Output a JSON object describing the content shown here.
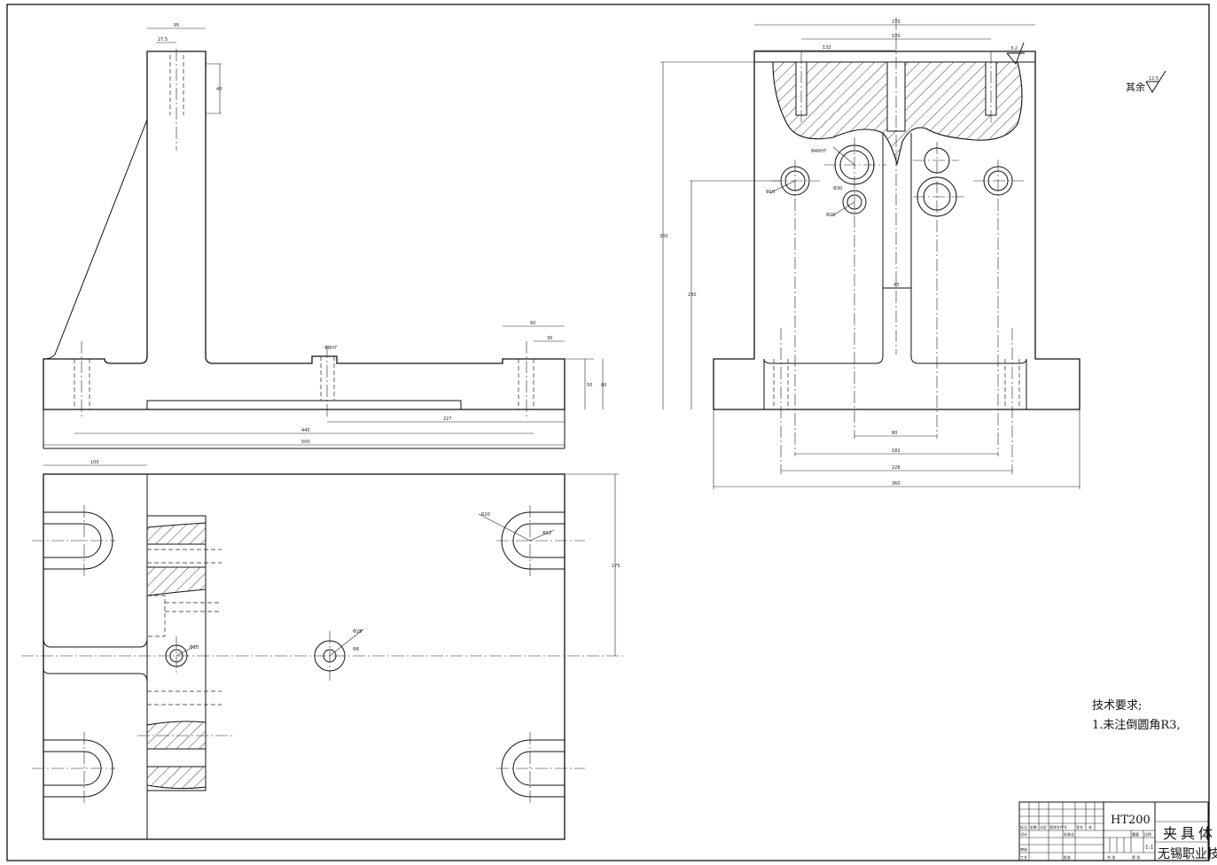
{
  "surface_finish": {
    "rest_label": "其余",
    "rest_value": "12.5",
    "local_value": "3.2"
  },
  "technical_requirements": {
    "heading": "技术要求;",
    "items": [
      "1.未注倒圆角R3,"
    ]
  },
  "title_block": {
    "material": "HT200",
    "part_name": "夹具体",
    "organization": "无锡职业技",
    "cells": {
      "row1": [
        "标记",
        "处数",
        "分区",
        "更改文件号",
        "签名",
        "年"
      ],
      "row2": [
        "设计",
        "",
        "标准化"
      ],
      "row3": [
        "审核"
      ],
      "row4": [
        "工艺",
        "",
        "批准"
      ],
      "stage_labels": [
        "重量",
        "比例"
      ],
      "sheet_labels": [
        "共 张",
        "第 张"
      ],
      "scale": "1:1"
    }
  },
  "dimensions": {
    "front_top_width": "95",
    "front_hole_spacing": "27.5",
    "front_hole_depth": "40",
    "front_step_width": "60",
    "front_step_depth": "30",
    "front_small_hole": "Φ8H7",
    "front_base_h1": "50",
    "front_base_h2": "60",
    "front_len_mid": "227",
    "front_len_holes": "440",
    "front_len_total": "500",
    "plan_left_width": "100",
    "plan_half_height": "175",
    "plan_r_slot": "R20",
    "plan_r_slot2": "Φ12",
    "plan_hole_a": "Φ10",
    "plan_hole_b": "Φ28",
    "plan_hole_c": "Φ8",
    "side_top": "270",
    "side_inner": "180",
    "side_left": "132",
    "side_height": "330",
    "side_hole_h": "230",
    "side_web": "40",
    "side_gap": "80",
    "side_base1": "182",
    "side_base2": "228",
    "side_base3": "360",
    "side_hole1": "Φ40H7",
    "side_hole2": "Φ10",
    "side_hole3": "Φ20",
    "side_hole4": "Φ30"
  }
}
